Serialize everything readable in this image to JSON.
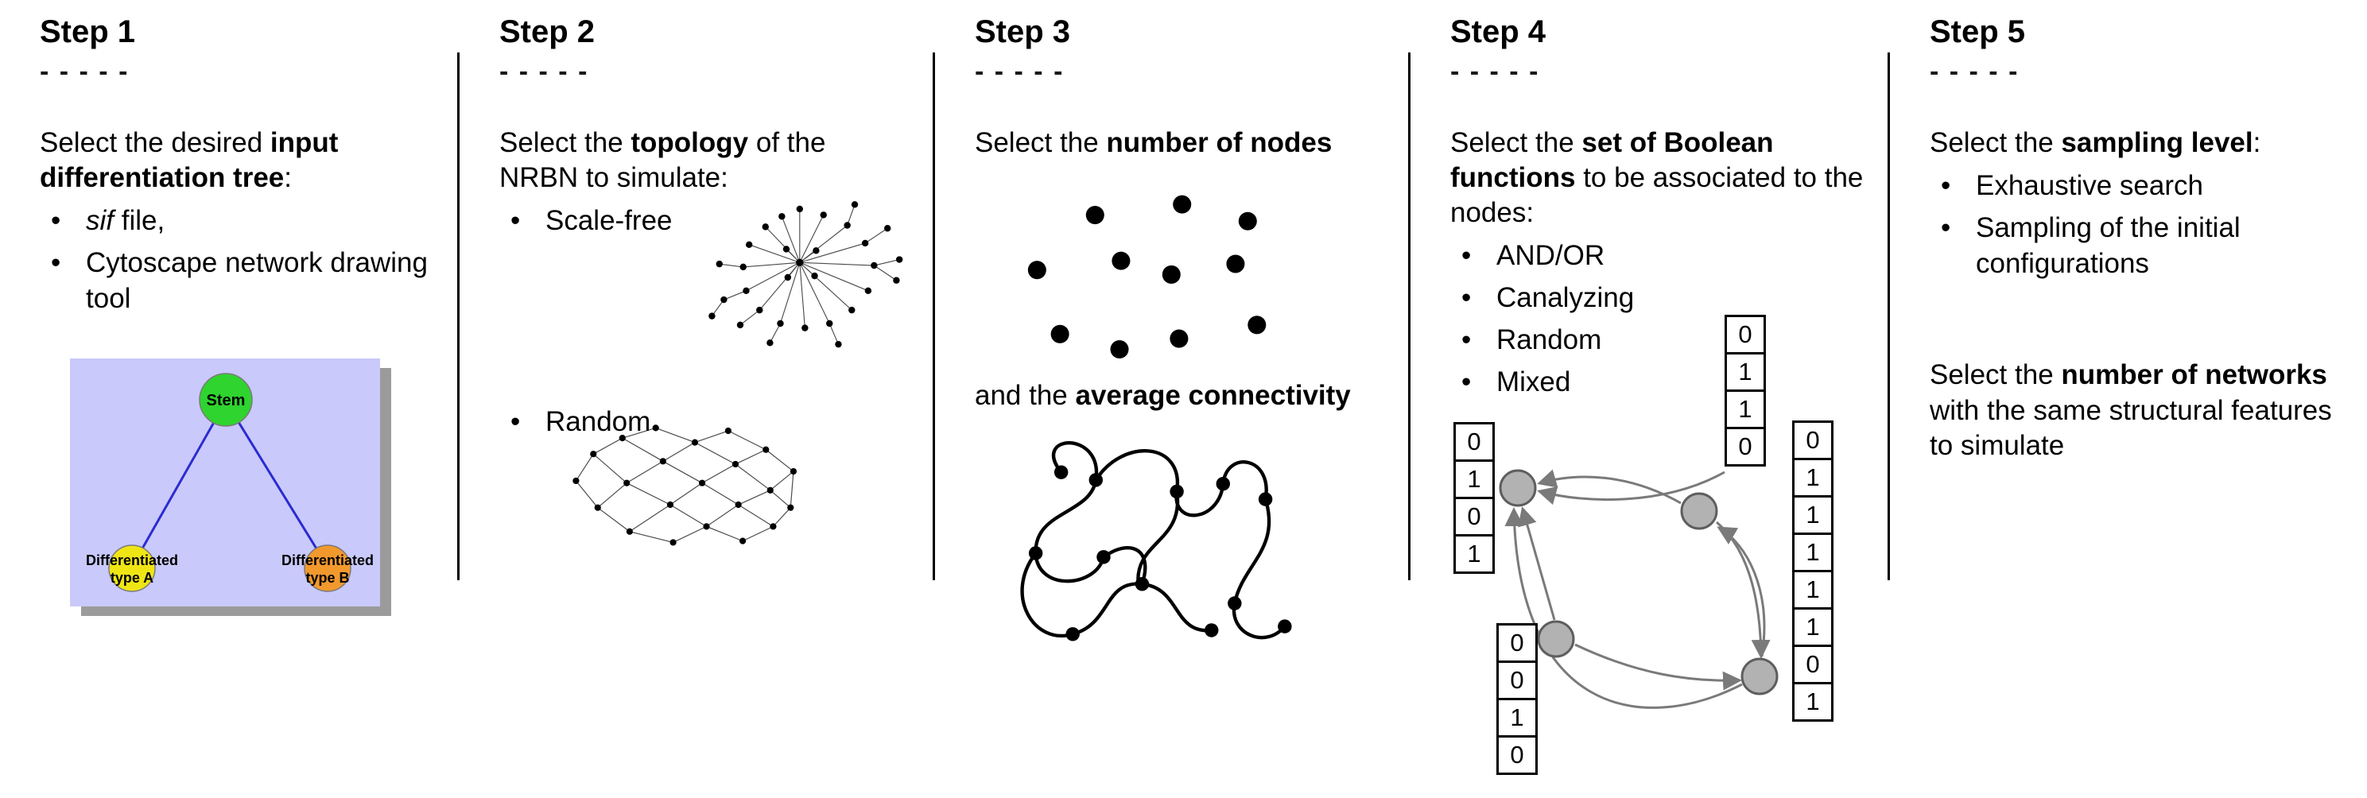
{
  "steps": [
    {
      "title": "Step 1",
      "dashes": "- - - - -",
      "text": {
        "pre": "Select the desired ",
        "bold": "input differentiation tree",
        "post": ":"
      },
      "bullets": {
        "b1_italic": "sif",
        "b1_rest": " file,",
        "b2": "Cytoscape network drawing tool"
      },
      "tree": {
        "root": "Stem",
        "leafA_line1": "Differentiated",
        "leafA_line2": "type A",
        "leafB_line1": "Differentiated",
        "leafB_line2": "type B"
      }
    },
    {
      "title": "Step 2",
      "dashes": "- - - - -",
      "text": {
        "pre": "Select the ",
        "bold": "topology",
        "post": " of the NRBN to simulate:"
      },
      "bullets": {
        "b1": "Scale-free",
        "b2": "Random"
      }
    },
    {
      "title": "Step 3",
      "dashes": "- - - - -",
      "text1": {
        "pre": "Select the ",
        "bold": "number of nodes"
      },
      "text2": {
        "pre": "and the ",
        "bold": "average connectivity"
      }
    },
    {
      "title": "Step 4",
      "dashes": "- - - - -",
      "text": {
        "pre": "Select the ",
        "bold": "set of Boolean functions",
        "post": " to be associated to the nodes:"
      },
      "bullets": {
        "b1": "AND/OR",
        "b2": "Canalyzing",
        "b3": "Random",
        "b4": "Mixed"
      },
      "tables": {
        "top": [
          "0",
          "1",
          "1",
          "0"
        ],
        "left": [
          "0",
          "1",
          "0",
          "1"
        ],
        "bottom_left": [
          "0",
          "0",
          "1",
          "0"
        ],
        "right": [
          "0",
          "1",
          "1",
          "1",
          "1",
          "1",
          "0",
          "1"
        ]
      }
    },
    {
      "title": "Step 5",
      "dashes": "- - - - -",
      "text1": {
        "pre": "Select the ",
        "bold": "sampling level",
        "post": ":"
      },
      "bullets": {
        "b1": "Exhaustive search",
        "b2": "Sampling of the initial configurations"
      },
      "text2": {
        "pre": "Select the ",
        "bold": "number of networks",
        "post": " with the same structural features to simulate"
      }
    }
  ],
  "colors": {
    "tree_background": "#c9c9fb",
    "tree_shadow": "#9b9b9b",
    "stem_node": "#2fd42f",
    "type_a_node": "#efe515",
    "type_b_node": "#f2992e",
    "tree_edge": "#2b2bd0",
    "boolean_node": "#b2b2b2"
  }
}
